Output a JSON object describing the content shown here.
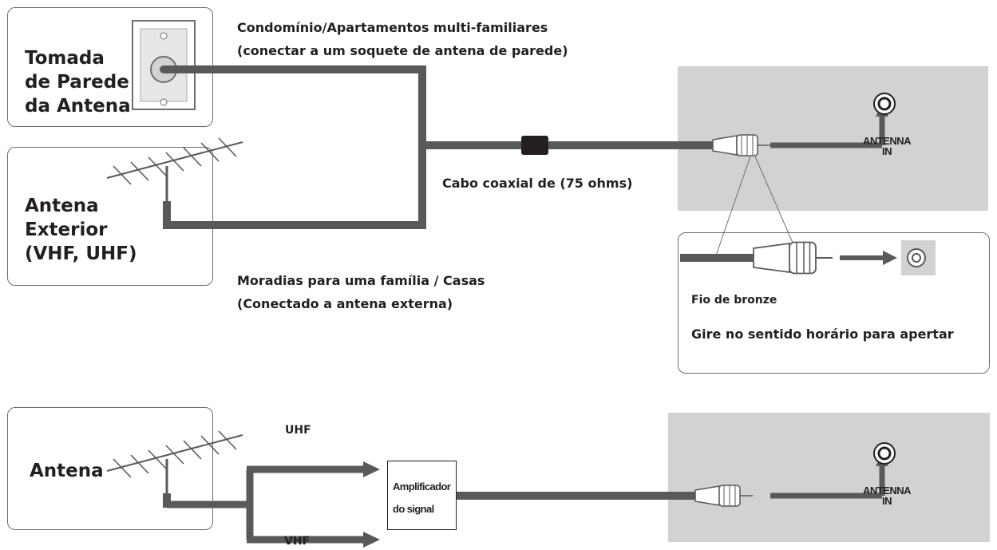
{
  "top_section": {
    "wall_jack_label_line1": "Tomada",
    "wall_jack_label_line2": "de Parede",
    "wall_jack_label_line3": "da Antena",
    "outdoor_antenna_line1": "Antena",
    "outdoor_antenna_line2": "Exterior",
    "outdoor_antenna_line3": "(VHF, UHF)",
    "condo_caption_line1": "Condomínio/Apartamentos multi-familiares",
    "condo_caption_line2": "(conectar a um soquete de antena de parede)",
    "house_caption_line1": "Moradias para uma família / Casas",
    "house_caption_line2": "(Conectado a antena externa)",
    "coax_label": "Cabo coaxial de (75 ohms)",
    "jack_line1": "ANTENNA",
    "jack_line2": "IN"
  },
  "detail": {
    "wire_label": "Fio de bronze",
    "instruction": "Gire no sentido horário para apertar"
  },
  "bottom_section": {
    "antenna_label": "Antena",
    "uhf_label": "UHF",
    "vhf_label": "VHF",
    "amp_line1": "Amplificador",
    "amp_line2": "do signal",
    "jack_line1": "ANTENNA",
    "jack_line2": "IN"
  },
  "colors": {
    "cable": "#58595b",
    "panel": "#d1d2d4",
    "outline": "#6d6e70"
  },
  "icons": [
    "wall-outlet-icon",
    "antenna-icon",
    "f-connector-icon",
    "antenna-jack-icon",
    "signal-amplifier-icon"
  ]
}
